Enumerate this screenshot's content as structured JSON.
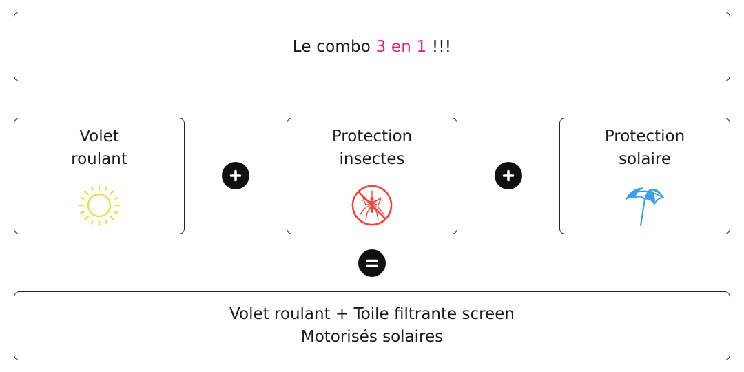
{
  "header": {
    "prefix": "Le combo ",
    "highlight": "3 en 1",
    "suffix": " !!!",
    "highlight_color": "#e0218a"
  },
  "cards": [
    {
      "line1": "Volet",
      "line2": "roulant",
      "icon": "sun-icon",
      "icon_color": "#f5d94a"
    },
    {
      "line1": "Protection",
      "line2": "insectes",
      "icon": "no-mosquito-icon",
      "icon_color": "#f0443a"
    },
    {
      "line1": "Protection",
      "line2": "solaire",
      "icon": "beach-umbrella-icon",
      "icon_color": "#3aa3e8"
    }
  ],
  "operators": [
    "plus-icon",
    "plus-icon",
    "equals-icon"
  ],
  "result": {
    "line1": "Volet roulant + Toile filtrante screen",
    "line2": "Motorisés solaires"
  }
}
